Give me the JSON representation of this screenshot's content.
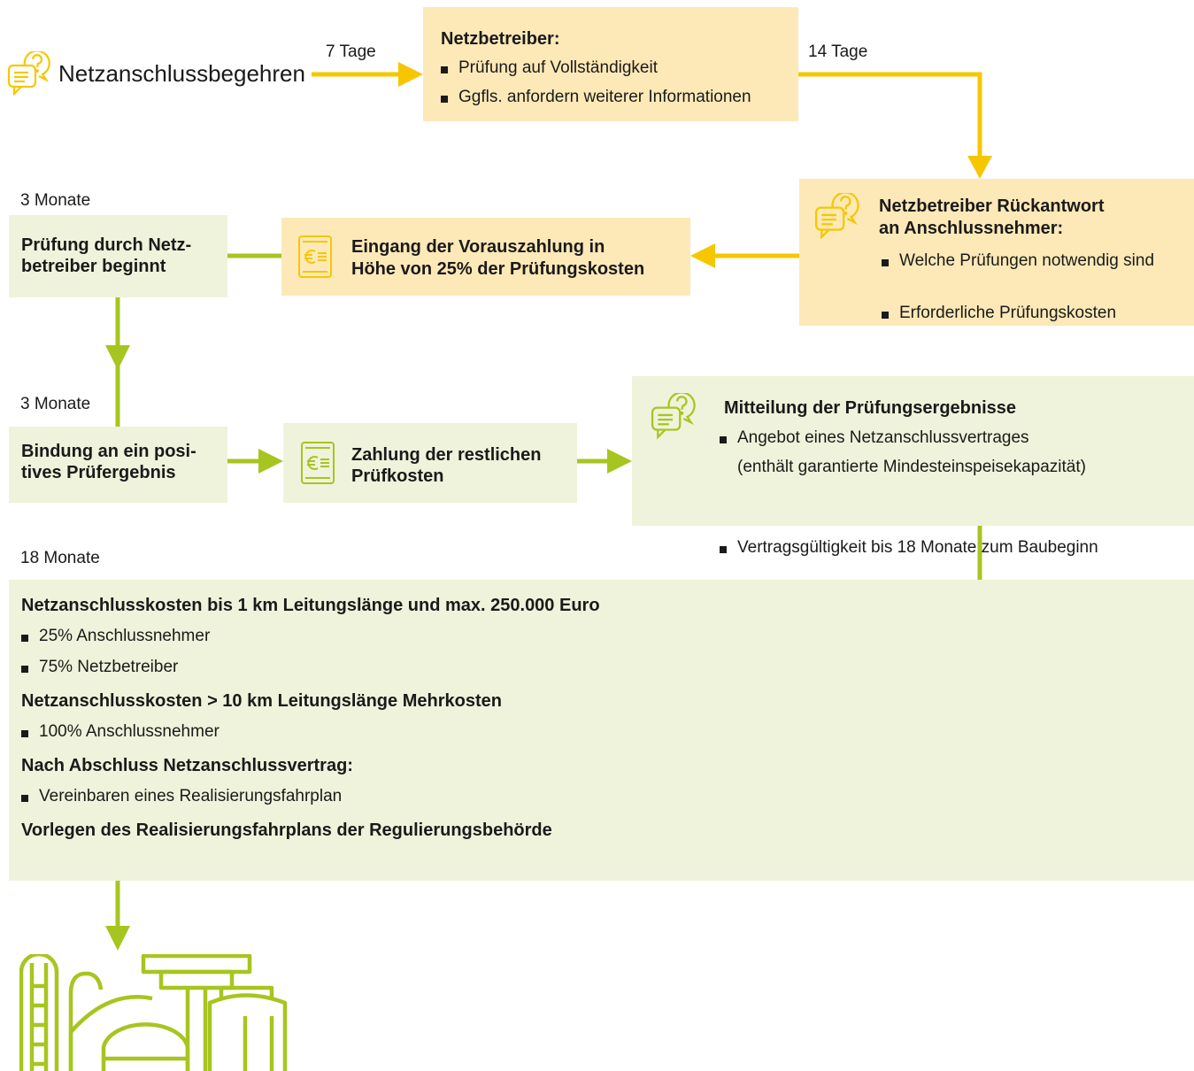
{
  "colors": {
    "yellow": "#f6c700",
    "green": "#a7c520",
    "yellow_box": "#fde9b7",
    "green_box": "#eff3db"
  },
  "start": {
    "label": "Netzanschlussbegehren",
    "icon": "chat-question-icon"
  },
  "durations": {
    "d1": "7 Tage",
    "d2": "14 Tage",
    "d3": "3 Monate",
    "d4": "3 Monate",
    "d5": "18 Monate"
  },
  "netzbetreiber_box": {
    "title": "Netzbetreiber:",
    "items": [
      "Prüfung auf Vollständigkeit",
      "Ggfls. anfordern weiterer Informationen"
    ]
  },
  "reply_box": {
    "title_line1": "Netzbetreiber Rückantwort",
    "title_line2": "an Anschlussnehmer:",
    "icon": "chat-question-icon",
    "items": [
      "Welche Prüfungen notwendig sind",
      "Erforderliche Prüfungskosten"
    ]
  },
  "prepayment_box": {
    "line1": "Eingang der Vorauszahlung in",
    "line2": "Höhe von 25% der Prüfungskosten",
    "icon": "euro-document-icon"
  },
  "review_box": {
    "line1": "Prüfung durch Netz-",
    "line2": "betreiber beginnt"
  },
  "binding_box": {
    "line1": "Bindung an ein posi-",
    "line2": "tives Prüfergebnis"
  },
  "payment_box": {
    "line1": "Zahlung der restlichen",
    "line2": "Prüfkosten",
    "icon": "euro-document-icon"
  },
  "results_box": {
    "title": "Mitteilung der Prüfungsergebnisse",
    "icon": "chat-question-icon",
    "item1_line1": "Angebot eines Netzanschlussvertrages",
    "item1_line2": "(enthält garantierte Mindesteinspeisekapazität)",
    "item2": "Vertragsgültigkeit bis 18 Monate zum Baubeginn"
  },
  "costs_box": {
    "h1": "Netzanschlusskosten bis 1 km Leitungslänge und max. 250.000 Euro",
    "h1_items": [
      "25% Anschlussnehmer",
      "75% Netzbetreiber"
    ],
    "h2": "Netzanschlusskosten > 10 km Leitungslänge Mehrkosten",
    "h2_items": [
      "100% Anschlussnehmer"
    ],
    "h3": "Nach Abschluss Netzanschlussvertrag:",
    "h3_items": [
      "Vereinbaren eines Realisierungsfahrplan"
    ],
    "h4": "Vorlegen des Realisierungsfahrplans der Regulierungsbehörde"
  },
  "plant_icon": "biogas-plant-icon"
}
